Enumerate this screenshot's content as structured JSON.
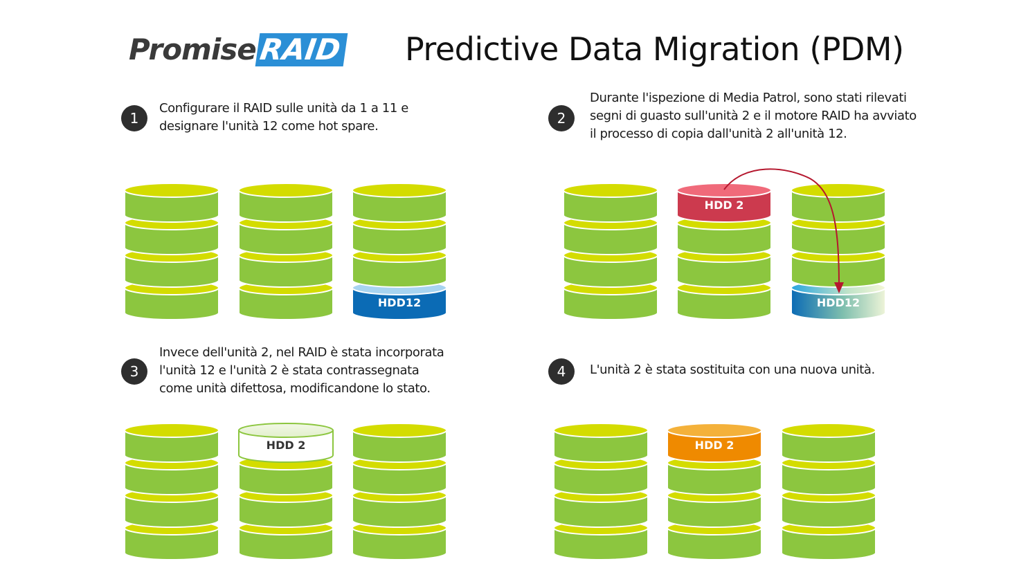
{
  "logo": {
    "part1": "Promise",
    "part2": "RAID"
  },
  "title": "Predictive Data Migration (PDM)",
  "steps": [
    {
      "number": "1",
      "lines": [
        "Configurare il RAID sulle unità da 1 a 11 e",
        "designare l'unità 12 come hot spare."
      ]
    },
    {
      "number": "2",
      "lines": [
        "Durante l'ispezione di Media Patrol, sono stati rilevati",
        "segni di guasto sull'unità 2 e il motore RAID ha avviato",
        "il processo di copia dall'unità 2 all'unità 12."
      ]
    },
    {
      "number": "3",
      "lines": [
        "Invece dell'unità 2, nel RAID è stata incorporata",
        "l'unità 12 e l'unità 2 è stata contrassegnata",
        "come unità difettosa, modificandone lo stato."
      ]
    },
    {
      "number": "4",
      "lines": [
        "L'unità 2 è stata sostituita con una nuova unità."
      ]
    }
  ],
  "disk_labels": {
    "hdd12": "HDD12",
    "hdd2": "HDD 2"
  },
  "colors": {
    "disk_top": "#d4dc00",
    "disk_side": "#8cc63f",
    "spare_top": "#a8d4f0",
    "spare_side": "#0b6bb5",
    "failing_top": "#f06a7a",
    "failing_side": "#cc3a4e",
    "new_top": "#f4b13a",
    "new_side": "#ef8a00",
    "arrow": "#b5172e",
    "badge": "#2e2e2e"
  }
}
